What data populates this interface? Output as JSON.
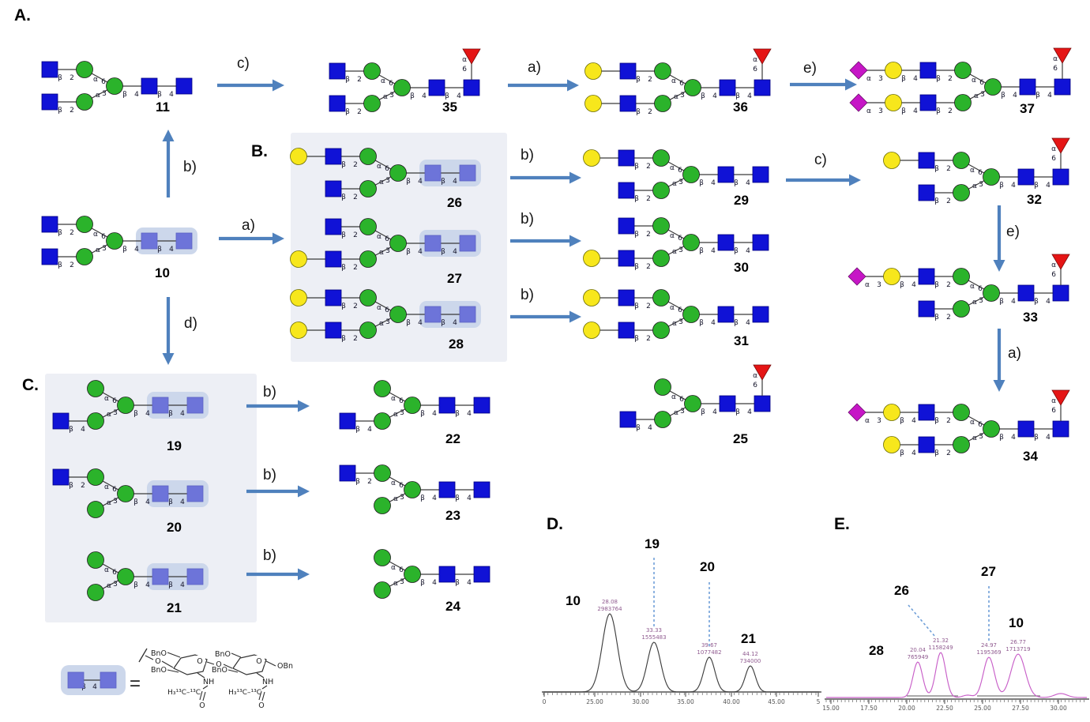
{
  "colors": {
    "blue": "#1012d6",
    "light_blue": "#6d74d9",
    "highlight_bg": "#ccd7eb",
    "green": "#2bb32b",
    "yellow": "#f7e71c",
    "red": "#e51515",
    "magenta": "#c616c6",
    "arrow": "#4f81bd",
    "box_bg": "#edeff5",
    "trace_d": "#3f3f3f",
    "trace_e": "#c85fc8",
    "peak_label": "#8f5a8f",
    "leader": "#6f9fd8"
  },
  "sections": {
    "A": "A.",
    "B": "B.",
    "C": "C.",
    "D": "D.",
    "E": "E."
  },
  "arrow_labels": {
    "a": "a)",
    "b": "b)",
    "c": "c)",
    "d": "d)",
    "e": "e)"
  },
  "core_linkages": [
    "β 4",
    "β 4"
  ],
  "fucose_linkage": "α 6",
  "glycans": {
    "g10": {
      "number": "10",
      "core_highlight": true,
      "fucose": false,
      "upper": [
        {
          "t": "GlcNAc",
          "l": "β 2"
        },
        {
          "t": "Man",
          "l": "α 6"
        }
      ],
      "lower": [
        {
          "t": "GlcNAc",
          "l": "β 2"
        },
        {
          "t": "Man",
          "l": "α 3"
        }
      ]
    },
    "g11": {
      "number": "11",
      "core_highlight": false,
      "fucose": false,
      "upper": [
        {
          "t": "GlcNAc",
          "l": "β 2"
        },
        {
          "t": "Man",
          "l": "α 6"
        }
      ],
      "lower": [
        {
          "t": "GlcNAc",
          "l": "β 2"
        },
        {
          "t": "Man",
          "l": "α 3"
        }
      ]
    },
    "g35": {
      "number": "35",
      "core_highlight": false,
      "fucose": true,
      "upper": [
        {
          "t": "GlcNAc",
          "l": "β 2"
        },
        {
          "t": "Man",
          "l": "α 6"
        }
      ],
      "lower": [
        {
          "t": "GlcNAc",
          "l": "β 2"
        },
        {
          "t": "Man",
          "l": "α 3"
        }
      ]
    },
    "g36": {
      "number": "36",
      "core_highlight": false,
      "fucose": true,
      "upper": [
        {
          "t": "Gal",
          "l": ""
        },
        {
          "t": "GlcNAc",
          "l": "β 2"
        },
        {
          "t": "Man",
          "l": "α 6"
        }
      ],
      "lower": [
        {
          "t": "Gal",
          "l": ""
        },
        {
          "t": "GlcNAc",
          "l": "β 2"
        },
        {
          "t": "Man",
          "l": "α 3"
        }
      ]
    },
    "g37": {
      "number": "37",
      "core_highlight": false,
      "fucose": true,
      "upper": [
        {
          "t": "Neu5Ac",
          "l": "α 3"
        },
        {
          "t": "Gal",
          "l": "β 4"
        },
        {
          "t": "GlcNAc",
          "l": "β 2"
        },
        {
          "t": "Man",
          "l": "α 6"
        }
      ],
      "lower": [
        {
          "t": "Neu5Ac",
          "l": "α 3"
        },
        {
          "t": "Gal",
          "l": "β 4"
        },
        {
          "t": "GlcNAc",
          "l": "β 2"
        },
        {
          "t": "Man",
          "l": "α 3"
        }
      ]
    },
    "g26": {
      "number": "26",
      "core_highlight": true,
      "fucose": false,
      "upper": [
        {
          "t": "Gal",
          "l": ""
        },
        {
          "t": "GlcNAc",
          "l": "β 2"
        },
        {
          "t": "Man",
          "l": "α 6"
        }
      ],
      "lower": [
        {
          "t": "GlcNAc",
          "l": "β 2"
        },
        {
          "t": "Man",
          "l": "α 3"
        }
      ]
    },
    "g27": {
      "number": "27",
      "core_highlight": true,
      "fucose": false,
      "upper": [
        {
          "t": "GlcNAc",
          "l": "β 2"
        },
        {
          "t": "Man",
          "l": "α 6"
        }
      ],
      "lower": [
        {
          "t": "Gal",
          "l": ""
        },
        {
          "t": "GlcNAc",
          "l": "β 2"
        },
        {
          "t": "Man",
          "l": "α 3"
        }
      ]
    },
    "g28": {
      "number": "28",
      "core_highlight": true,
      "fucose": false,
      "upper": [
        {
          "t": "Gal",
          "l": ""
        },
        {
          "t": "GlcNAc",
          "l": "β 2"
        },
        {
          "t": "Man",
          "l": "α 6"
        }
      ],
      "lower": [
        {
          "t": "Gal",
          "l": ""
        },
        {
          "t": "GlcNAc",
          "l": "β 2"
        },
        {
          "t": "Man",
          "l": "α 3"
        }
      ]
    },
    "g29": {
      "number": "29",
      "core_highlight": false,
      "fucose": false,
      "upper": [
        {
          "t": "Gal",
          "l": ""
        },
        {
          "t": "GlcNAc",
          "l": "β 2"
        },
        {
          "t": "Man",
          "l": "α 6"
        }
      ],
      "lower": [
        {
          "t": "GlcNAc",
          "l": "β 2"
        },
        {
          "t": "Man",
          "l": "α 3"
        }
      ]
    },
    "g30": {
      "number": "30",
      "core_highlight": false,
      "fucose": false,
      "upper": [
        {
          "t": "GlcNAc",
          "l": "β 2"
        },
        {
          "t": "Man",
          "l": "α 6"
        }
      ],
      "lower": [
        {
          "t": "Gal",
          "l": ""
        },
        {
          "t": "GlcNAc",
          "l": "β 2"
        },
        {
          "t": "Man",
          "l": "α 3"
        }
      ]
    },
    "g31": {
      "number": "31",
      "core_highlight": false,
      "fucose": false,
      "upper": [
        {
          "t": "Gal",
          "l": ""
        },
        {
          "t": "GlcNAc",
          "l": "β 2"
        },
        {
          "t": "Man",
          "l": "α 6"
        }
      ],
      "lower": [
        {
          "t": "Gal",
          "l": ""
        },
        {
          "t": "GlcNAc",
          "l": "β 2"
        },
        {
          "t": "Man",
          "l": "α 3"
        }
      ]
    },
    "g32": {
      "number": "32",
      "core_highlight": false,
      "fucose": true,
      "upper": [
        {
          "t": "Gal",
          "l": ""
        },
        {
          "t": "GlcNAc",
          "l": "β 2"
        },
        {
          "t": "Man",
          "l": "α 6"
        }
      ],
      "lower": [
        {
          "t": "GlcNAc",
          "l": "β 2"
        },
        {
          "t": "Man",
          "l": "α 3"
        }
      ]
    },
    "g33": {
      "number": "33",
      "core_highlight": false,
      "fucose": true,
      "upper": [
        {
          "t": "Neu5Ac",
          "l": "α 3"
        },
        {
          "t": "Gal",
          "l": "β 4"
        },
        {
          "t": "GlcNAc",
          "l": "β 2"
        },
        {
          "t": "Man",
          "l": "α 6"
        }
      ],
      "lower": [
        {
          "t": "GlcNAc",
          "l": "β 2"
        },
        {
          "t": "Man",
          "l": "α 3"
        }
      ]
    },
    "g34": {
      "number": "34",
      "core_highlight": false,
      "fucose": true,
      "upper": [
        {
          "t": "Neu5Ac",
          "l": "α 3"
        },
        {
          "t": "Gal",
          "l": "β 4"
        },
        {
          "t": "GlcNAc",
          "l": "β 2"
        },
        {
          "t": "Man",
          "l": "α 6"
        }
      ],
      "lower": [
        {
          "t": "Gal",
          "l": "β 4"
        },
        {
          "t": "GlcNAc",
          "l": "β 2"
        },
        {
          "t": "Man",
          "l": "α 3"
        }
      ]
    },
    "g19": {
      "number": "19",
      "core_highlight": true,
      "fucose": false,
      "upper": [
        {
          "t": "Man",
          "l": "α 6"
        }
      ],
      "lower": [
        {
          "t": "GlcNAc",
          "l": "β 4"
        },
        {
          "t": "Man",
          "l": "α 3"
        }
      ]
    },
    "g20": {
      "number": "20",
      "core_highlight": true,
      "fucose": false,
      "upper": [
        {
          "t": "GlcNAc",
          "l": "β 2"
        },
        {
          "t": "Man",
          "l": "α 6"
        }
      ],
      "lower": [
        {
          "t": "Man",
          "l": "α 3"
        }
      ]
    },
    "g21": {
      "number": "21",
      "core_highlight": true,
      "fucose": false,
      "upper": [
        {
          "t": "Man",
          "l": "α 6"
        }
      ],
      "lower": [
        {
          "t": "Man",
          "l": "α 3"
        }
      ]
    },
    "g22": {
      "number": "22",
      "core_highlight": false,
      "fucose": false,
      "upper": [
        {
          "t": "Man",
          "l": "α 6"
        }
      ],
      "lower": [
        {
          "t": "GlcNAc",
          "l": "β 4"
        },
        {
          "t": "Man",
          "l": "α 3"
        }
      ]
    },
    "g23": {
      "number": "23",
      "core_highlight": false,
      "fucose": false,
      "upper": [
        {
          "t": "GlcNAc",
          "l": "β 2"
        },
        {
          "t": "Man",
          "l": "α 6"
        }
      ],
      "lower": [
        {
          "t": "Man",
          "l": "α 3"
        }
      ]
    },
    "g24": {
      "number": "24",
      "core_highlight": false,
      "fucose": false,
      "upper": [
        {
          "t": "Man",
          "l": "α 6"
        }
      ],
      "lower": [
        {
          "t": "Man",
          "l": "α 3"
        }
      ]
    },
    "g25": {
      "number": "25",
      "core_highlight": false,
      "fucose": true,
      "upper": [
        {
          "t": "Man",
          "l": "α 6"
        }
      ],
      "lower": [
        {
          "t": "GlcNAc",
          "l": "β 4"
        },
        {
          "t": "Man",
          "l": "α 3"
        }
      ]
    }
  },
  "legend": {
    "symbol_linkage": "β 4",
    "equals": "=",
    "chem": {
      "bno": "BnO",
      "obn": "OBn",
      "o": "O",
      "nh": "NH",
      "acetyl": "H₃¹³C–¹³C"
    }
  },
  "chart_data": [
    {
      "type": "line",
      "id": "D",
      "title": "D.",
      "x_ticks": [
        "0",
        "25.00",
        "30.00",
        "35.00",
        "40.00",
        "45.00",
        "5"
      ],
      "trace_color": "#3f3f3f",
      "peaks": [
        {
          "label": "10",
          "rt": "28.08",
          "area": "2983764"
        },
        {
          "label": "19",
          "rt": "33.33",
          "area": "1555483"
        },
        {
          "label": "20",
          "rt": "39.67",
          "area": "1077482"
        },
        {
          "label": "21",
          "rt": "44.12",
          "area": "734000"
        }
      ]
    },
    {
      "type": "line",
      "id": "E",
      "title": "E.",
      "x_ticks": [
        "15.00",
        "17.50",
        "20.00",
        "22.50",
        "25.00",
        "27.50",
        "30.00"
      ],
      "trace_color": "#c85fc8",
      "peaks": [
        {
          "label": "28",
          "rt": "20.04",
          "area": "765949"
        },
        {
          "label": "26",
          "rt": "21.32",
          "area": "1158249"
        },
        {
          "label": "27",
          "rt": "24.97",
          "area": "1195369"
        },
        {
          "label": "10",
          "rt": "26.77",
          "area": "1713719"
        }
      ]
    }
  ]
}
